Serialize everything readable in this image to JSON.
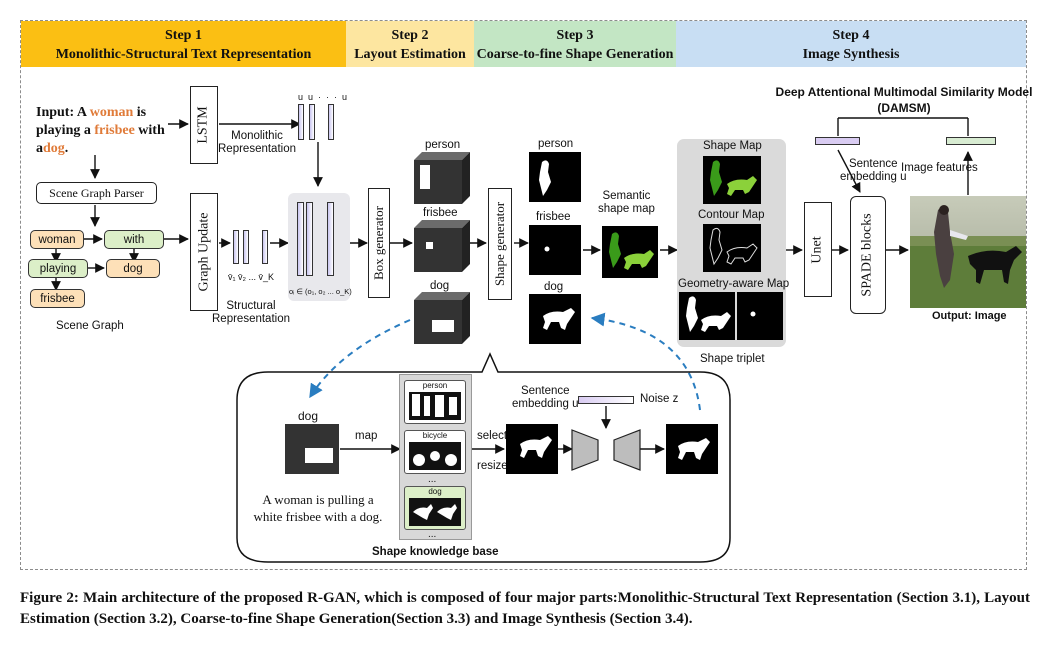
{
  "steps": [
    {
      "title": "Step 1",
      "subtitle": "Monolithic-Structural Text Representation",
      "color": "#fbbf13"
    },
    {
      "title": "Step 2",
      "subtitle": "Layout Estimation",
      "color": "#fde6a0"
    },
    {
      "title": "Step 3",
      "subtitle": "Coarse-to-fine Shape Generation",
      "color": "#c3e6c4"
    },
    {
      "title": "Step 4",
      "subtitle": "Image Synthesis",
      "color": "#c8def3"
    }
  ],
  "input": {
    "prefix": "Input:",
    "w1": "A",
    "w2": "woman",
    "w3": "is",
    "w4": "playing a",
    "w5": "frisbee",
    "w6": "with",
    "w7": "a",
    "w8": "dog",
    "w9": "."
  },
  "labels": {
    "lstm": "LSTM",
    "monolithic": "Monolithic\nRepresentation",
    "u_labels": [
      "u",
      "u",
      "···",
      "u"
    ],
    "scene_graph_parser": "Scene Graph Parser",
    "graph_update": "Graph Update",
    "structural": "Structural\nRepresentation",
    "v_labels": "v̄₁ v̄₂ ... v̄_K",
    "o_labels": "oᵢ ∈ (o₁, o₂ ... o_K)",
    "box_generator": "Box generator",
    "shape_generator": "Shape generator",
    "unet": "Unet",
    "spade": "SPADE blocks",
    "scene_graph": "Scene Graph",
    "semantic_shape_map": "Semantic\nshape map",
    "shape_map": "Shape Map",
    "contour_map": "Contour Map",
    "geometry_map": "Geometry-aware Map",
    "shape_triplet": "Shape triplet",
    "damsm": "Deep Attentional Multimodal Similarity Model\n(DAMSM)",
    "sentence_embedding_top": "Sentence\nembedding u",
    "image_features": "Image features",
    "output": "Output: Image",
    "dog_kb": "dog",
    "map": "map",
    "select": "select",
    "resize": "resize",
    "sentence_embedding_kb": "Sentence\nembedding u",
    "noise": "Noise z",
    "kb_sentence": "A woman is pulling a\nwhite frisbee with a dog.",
    "shape_kb": "Shape knowledge base",
    "kb_cats": [
      "person",
      "bicycle",
      "dog"
    ],
    "ellipsis": "..."
  },
  "graph_nodes": {
    "woman": "woman",
    "with": "with",
    "playing": "playing",
    "dog": "dog",
    "frisbee": "frisbee"
  },
  "object_labels": {
    "box": [
      "person",
      "frisbee",
      "dog"
    ],
    "shape": [
      "person",
      "frisbee",
      "dog"
    ]
  },
  "caption": "Figure 2: Main architecture of the proposed R-GAN, which is composed of four major parts:Monolithic-Structural Text Representation (Section 3.1), Layout Estimation (Section 3.2), Coarse-to-fine Shape Generation(Section 3.3) and Image Synthesis (Section 3.4).",
  "colors": {
    "orange_word": "#e07b39",
    "green_word": "#4f8a2a",
    "node_orange": "#fde0b8",
    "node_green": "#dcefc8",
    "arrow_blue": "#2a7dc0",
    "green_shape": "#3a9b1a"
  }
}
